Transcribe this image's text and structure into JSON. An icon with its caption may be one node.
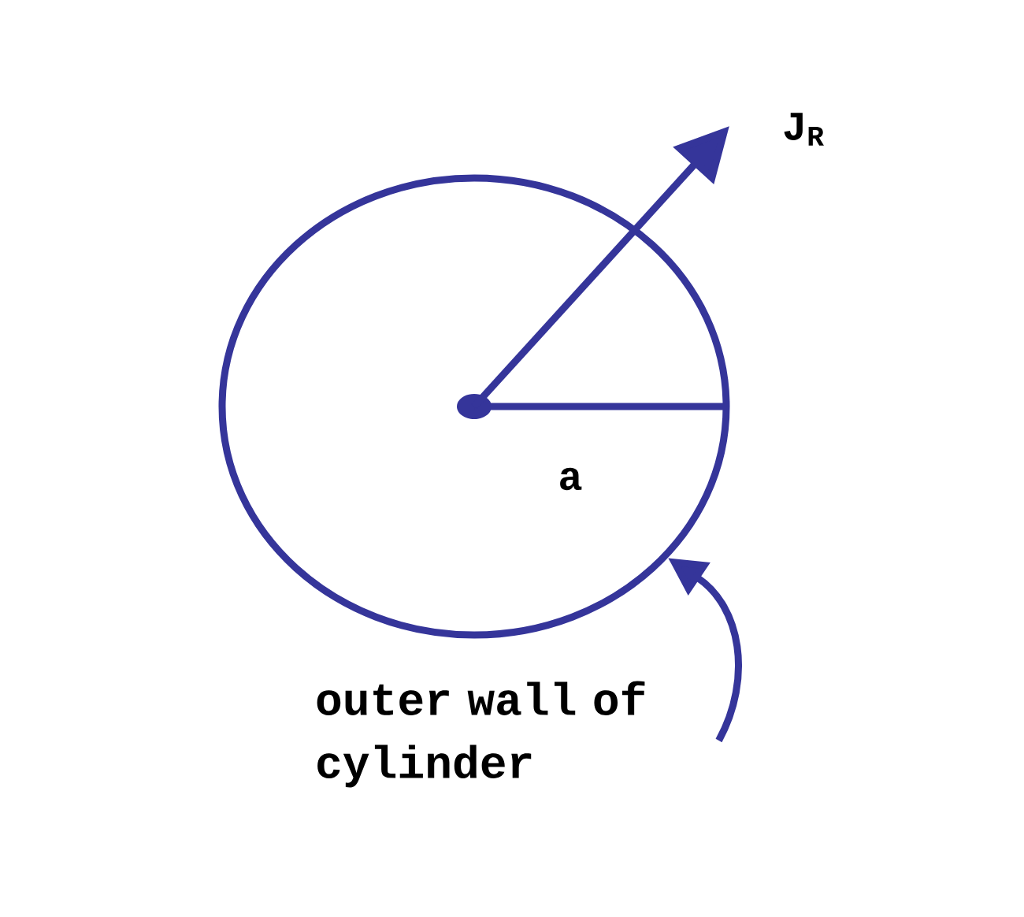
{
  "diagram": {
    "nodes": [
      {
        "text": [],
        "shape": "circle"
      },
      {
        "text": [
          "outer wall of cylinder"
        ]
      }
    ],
    "edges": [
      {
        "from": 1,
        "to": 0,
        "arrow": "to"
      }
    ],
    "labels": [
      "J$_{R}$",
      "a"
    ]
  }
}
